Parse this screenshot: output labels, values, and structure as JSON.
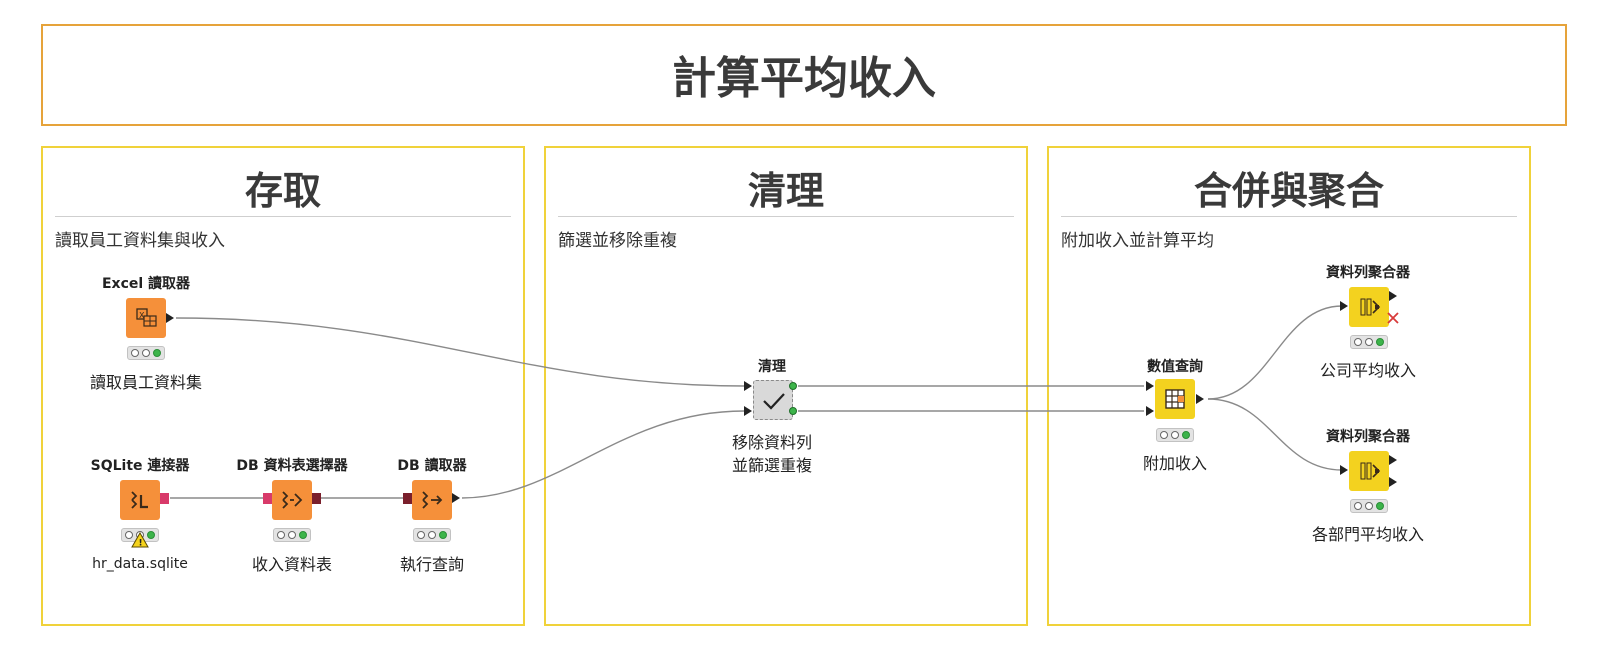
{
  "title": "計算平均收入",
  "sections": [
    {
      "heading": "存取",
      "description": "讀取員工資料集與收入"
    },
    {
      "heading": "清理",
      "description": "篩選並移除重複"
    },
    {
      "heading": "合併與聚合",
      "description": "附加收入並計算平均"
    }
  ],
  "nodes": {
    "excel_reader": {
      "title": "Excel 讀取器",
      "label": "讀取員工資料集",
      "color": "#f5903a"
    },
    "sqlite_connector": {
      "title": "SQLite 連接器",
      "label": "hr_data.sqlite",
      "color": "#f5903a"
    },
    "db_table_selector": {
      "title": "DB 資料表選擇器",
      "label": "收入資料表",
      "color": "#f5903a"
    },
    "db_reader": {
      "title": "DB 讀取器",
      "label": "執行查詢",
      "color": "#f5903a"
    },
    "cleanup": {
      "title": "清理",
      "label_line1": "移除資料列",
      "label_line2": "並篩選重複",
      "color": "#d9d9d9"
    },
    "numeric_lookup": {
      "title": "數值查詢",
      "label": "附加收入",
      "color": "#f3d21f"
    },
    "aggregator_company": {
      "title": "資料列聚合器",
      "label": "公司平均收入",
      "color": "#f3d21f"
    },
    "aggregator_department": {
      "title": "資料列聚合器",
      "label": "各部門平均收入",
      "color": "#f3d21f"
    }
  },
  "icons": {
    "excel_reader": "spreadsheet-icon",
    "sqlite_connector": "database-connector-icon",
    "db_table_selector": "table-select-icon",
    "db_reader": "db-read-icon",
    "cleanup": "checkmark-icon",
    "numeric_lookup": "grid-lookup-icon",
    "aggregator": "aggregate-icon"
  },
  "colors": {
    "title_border": "#e6a33a",
    "section_border": "#f0d23a",
    "status_ok": "#3cb44a",
    "db_port": "#d83a6a",
    "db_port_dark": "#7a1f2c"
  }
}
